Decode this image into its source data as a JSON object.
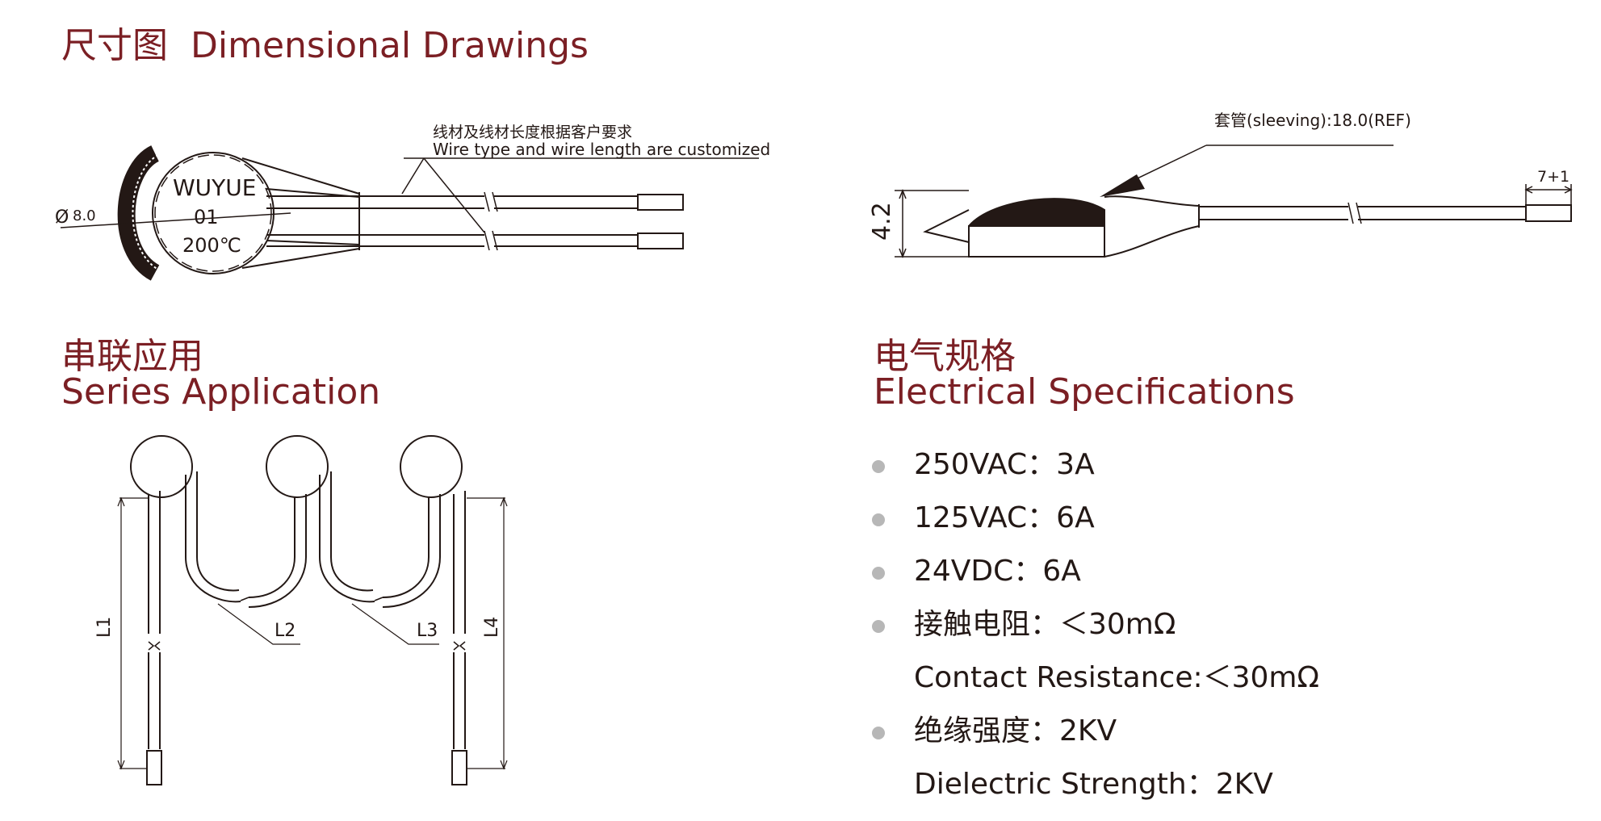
{
  "headings": {
    "dimensional_zh": "尺寸图",
    "dimensional_en": "Dimensional Drawings",
    "series_zh": "串联应用",
    "series_en": "Series Application",
    "electrical_zh": "电气规格",
    "electrical_en": "Electrical Specifications"
  },
  "drawing_front": {
    "note_zh": "线材及线材长度根据客户要求",
    "note_en": "Wire type and wire length are customized",
    "diameter": "8.0",
    "diameter_symbol": "Ø",
    "brand": "WUYUE",
    "code": "01",
    "temperature": "200℃"
  },
  "drawing_side": {
    "sleeving": "套管(sleeving):18.0(REF)",
    "height": "4.2",
    "strip": "7+1"
  },
  "series_labels": {
    "l1": "L1",
    "l2": "L2",
    "l3": "L3",
    "l4": "L4"
  },
  "specs": [
    {
      "text": "250VAC：3A",
      "bullet": true
    },
    {
      "text": "125VAC：6A",
      "bullet": true
    },
    {
      "text": "24VDC：6A",
      "bullet": true
    },
    {
      "text": "接触电阻：＜30mΩ",
      "bullet": true
    },
    {
      "text": "Contact Resistance:＜30mΩ",
      "bullet": false
    },
    {
      "text": "绝缘强度：2KV",
      "bullet": true
    },
    {
      "text": "Dielectric Strength：2KV",
      "bullet": false
    }
  ],
  "colors": {
    "heading": "#7b1f24",
    "text": "#231815",
    "bullet": "#b7b7b7"
  }
}
